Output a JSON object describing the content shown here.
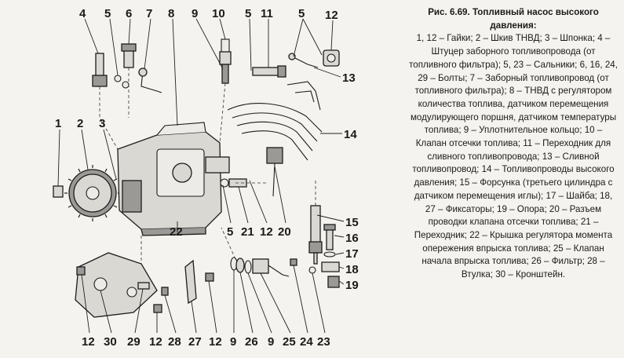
{
  "caption": {
    "title": "Рис. 6.69. Топливный насос высокого",
    "title_line2": "давления:",
    "body": "1, 12 – Гайки; 2 – Шкив ТНВД; 3 – Шпонка; 4 – Штуцер заборного топливопровода (от топливного фильтра); 5, 23 – Сальники; 6, 16, 24, 29 – Болты; 7 – Заборный топливопровод (от топливного фильтра); 8 – ТНВД с регулятором количества топлива, датчиком перемещения модулирующего поршня, датчиком температуры топлива; 9 – Уплотнительное кольцо; 10 – Клапан отсечки топлива; 11 – Переходник для сливного топливопровода; 13 – Сливной топливопровод; 14 – Топливопроводы высокого давления; 15 – Форсунка (третьего цилиндра с датчиком перемещения иглы); 17 – Шайба; 18, 27 – Фиксаторы; 19 – Опора; 20 – Разъем проводки клапана отсечки топлива; 21 – Переходник; 22 – Крышка регулятора момента опережения впрыска топлива; 25 – Клапан начала впрыска топлива; 26 – Фильтр; 28 – Втулка; 30 – Кронштейн."
  },
  "callouts": {
    "c4": "4",
    "c5a": "5",
    "c6": "6",
    "c7": "7",
    "c8": "8",
    "c9a": "9",
    "c10": "10",
    "c5b": "5",
    "c11": "11",
    "c5c": "5",
    "c12a": "12",
    "c13": "13",
    "c14": "14",
    "c1": "1",
    "c2": "2",
    "c3": "3",
    "c22": "22",
    "c5d": "5",
    "c21": "21",
    "c12b": "12",
    "c20": "20",
    "c15": "15",
    "c16": "16",
    "c17": "17",
    "c18": "18",
    "c19": "19",
    "c12c": "12",
    "c30": "30",
    "c29": "29",
    "c12d": "12",
    "c28": "28",
    "c27": "27",
    "c12e": "12",
    "c9b": "9",
    "c26": "26",
    "c9c": "9",
    "c25": "25",
    "c24": "24",
    "c23": "23"
  }
}
